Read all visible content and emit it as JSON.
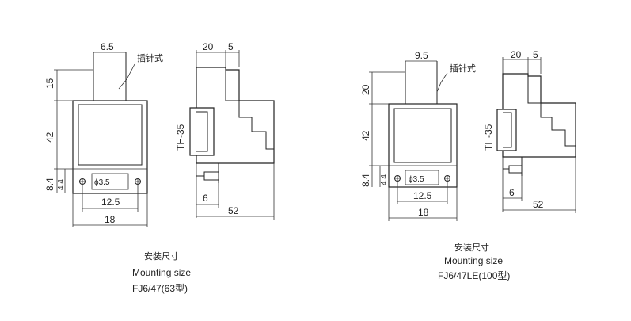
{
  "left": {
    "front": {
      "dim_top_width": "6.5",
      "dim_top_height": "15",
      "dim_body_height": "42",
      "dim_bottom_height": "8.4",
      "dim_small_height": "4.4",
      "dim_hole": "ϕ3.5",
      "dim_hole_spacing": "12.5",
      "dim_total_width": "18",
      "pin_label": "插针式"
    },
    "side": {
      "dim_top_a": "20",
      "dim_top_b": "5",
      "dim_rail": "TH-35",
      "dim_bottom_a": "6",
      "dim_total": "52"
    },
    "caption": {
      "line1": "安装尺寸",
      "line2": "Mounting size",
      "line3": "FJ6/47(63型)"
    }
  },
  "right": {
    "front": {
      "dim_top_width": "9.5",
      "dim_top_height": "20",
      "dim_body_height": "42",
      "dim_bottom_height": "8.4",
      "dim_small_height": "4.4",
      "dim_hole": "ϕ3.5",
      "dim_hole_spacing": "12.5",
      "dim_total_width": "18",
      "pin_label": "插针式"
    },
    "side": {
      "dim_top_a": "20",
      "dim_top_b": "5",
      "dim_rail": "TH-35",
      "dim_bottom_a": "6",
      "dim_total": "52"
    },
    "caption": {
      "line1": "安装尺寸",
      "line2": "Mounting size",
      "line3": "FJ6/47LE(100型)"
    }
  }
}
